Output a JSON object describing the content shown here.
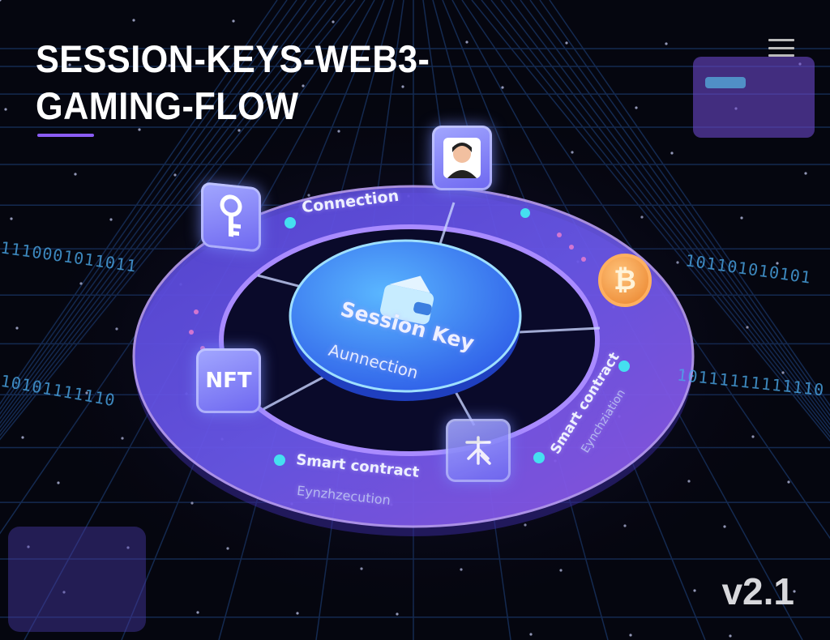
{
  "header": {
    "title_line1": "SESSION-KEYS-WEB3-",
    "title_line2": "GAMING-FLOW",
    "menu_icon": "hamburger-menu-icon"
  },
  "diagram": {
    "center": {
      "icon": "wallet-icon",
      "title": "Session Key",
      "subtitle": "Aunnection"
    },
    "ring_labels": {
      "top": "Connection",
      "bottom_title": "Smart contract",
      "bottom_subtitle": "Eynzhzecution",
      "right_title": "Smart contract",
      "right_subtitle": "Eynchziation"
    },
    "nodes": [
      {
        "icon": "key-icon"
      },
      {
        "icon": "user-avatar-icon"
      },
      {
        "icon": "bitcoin-coin-icon",
        "symbol": "₿"
      },
      {
        "icon": "nft-icon",
        "label": "NFT"
      },
      {
        "icon": "smart-contract-icon"
      }
    ],
    "binary": {
      "left_top": "1110001011011",
      "left_bottom": "10101111110",
      "right_top": "101101010101",
      "right_bottom": "10111111111110"
    }
  },
  "footer": {
    "version": "v2.1"
  },
  "colors": {
    "background": "#05060f",
    "accent": "#8b5cf6",
    "ring": "#7c5cf0",
    "center": "#3b82f6",
    "coin": "#f59e3b"
  }
}
